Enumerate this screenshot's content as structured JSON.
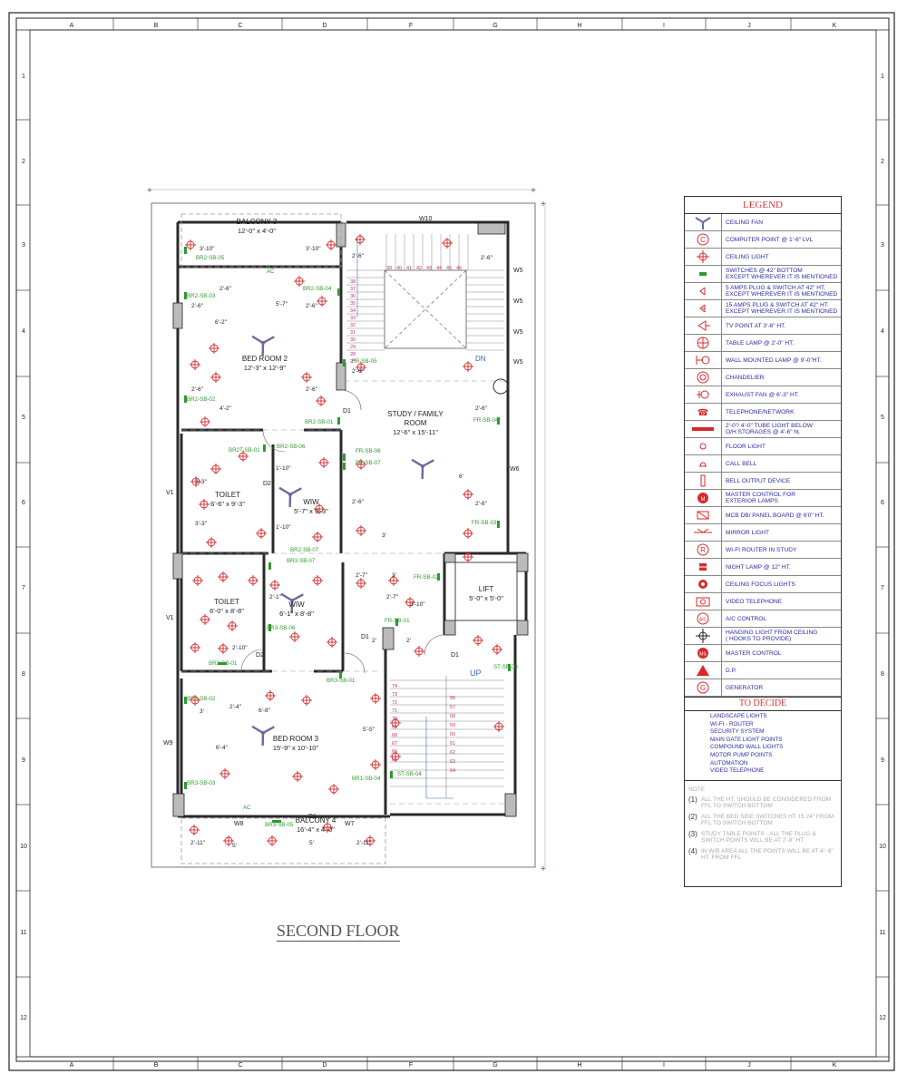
{
  "sheet": {
    "title": "SECOND FLOOR",
    "grid_cols": [
      "A",
      "B",
      "C",
      "D",
      "F",
      "G",
      "H",
      "I",
      "J",
      "K"
    ],
    "grid_rows": [
      "1",
      "2",
      "3",
      "4",
      "5",
      "6",
      "7",
      "8",
      "9",
      "10",
      "11",
      "12"
    ]
  },
  "plan": {
    "rooms": [
      {
        "id": "balcony3",
        "name": "BALCONY 3",
        "size": "12'-0\" x 4'-0\""
      },
      {
        "id": "bed2",
        "name": "BED ROOM 2",
        "size": "12'-3\" x 12'-9\""
      },
      {
        "id": "toilet1",
        "name": "TOILET",
        "size": "6'-6\" x 9'-3\""
      },
      {
        "id": "wiw1",
        "name": "WIW",
        "size": "5'-7\" x 9'-3\""
      },
      {
        "id": "study",
        "name": "STUDY / FAMILY",
        "name2": "ROOM",
        "size": "12'-6\" x 15'-11\""
      },
      {
        "id": "toilet2",
        "name": "TOILET",
        "size": "6'-0\" x 8'-8\""
      },
      {
        "id": "wiw2",
        "name": "WIW",
        "size": "6'-1\" x 8'-8\""
      },
      {
        "id": "lift",
        "name": "LIFT",
        "size": "5'-0\" x 5'-0\""
      },
      {
        "id": "bed3",
        "name": "BED ROOM 3",
        "size": "15'-9\" x 10'-10\""
      },
      {
        "id": "balcony4",
        "name": "BALCONY 4",
        "size": "16'-4\" x 4'-0\""
      }
    ],
    "switchboards": [
      "BR2-SB-05",
      "BR2-SB-03",
      "BR2-SB-04",
      "BR2-SB-02",
      "BR2-SB-01",
      "BR2T-SB-01",
      "BR2-SB-06",
      "BR2-SB-07",
      "FR-SB-05",
      "FR-SB-06",
      "FR-SB-07",
      "FR-SB-04",
      "FR-SB-03",
      "FR-SB-02",
      "FR-SB-01",
      "BR3-SB-07",
      "BR3-SB-06",
      "BR3-SB-01",
      "BR3-SB-02",
      "BR3-SB-03",
      "BR3-SB-05",
      "BR1-SB-04",
      "ST-SB-03",
      "ST-SB-04",
      "BR3-SB-01"
    ],
    "windows": [
      "W10",
      "W5",
      "W5",
      "W5",
      "W5",
      "W6",
      "W9",
      "W8",
      "W7",
      "V1",
      "V1"
    ],
    "doors": [
      "D1",
      "D2",
      "D2",
      "D1",
      "D1",
      "D1"
    ],
    "dims": [
      "3'-10\"",
      "3'-10\"",
      "2'-6\"",
      "6'-2\"",
      "2'-6\"",
      "2'-6\"",
      "5'-7\"",
      "2'-6\"",
      "4'-2\"",
      "2'-6\"",
      "3'-3\"",
      "3'-3\"",
      "1'-10\"",
      "1'-10\"",
      "2'-6\"",
      "2'-6\"",
      "6'",
      "2'-6\"",
      "2'-6\"",
      "3'",
      "2'-7\"",
      "2'-7\"",
      "3'-10\"",
      "2'",
      "2'",
      "3'",
      "2'-1\"",
      "2'-10\"",
      "2'-4\"",
      "6'-8\"",
      "6'-4\"",
      "3'",
      "5'-5\"",
      "2'-11\"",
      "2'-11\"",
      "5'",
      "5'",
      "2'-6\"",
      "2'-6\""
    ],
    "stair_top_numbers": [
      "39",
      "40",
      "41",
      "42",
      "43",
      "44",
      "45",
      "46"
    ],
    "stair_right_numbers": [
      "38",
      "37",
      "36",
      "35",
      "34",
      "33",
      "32",
      "31",
      "30",
      "29",
      "28",
      "27"
    ],
    "stair_left_numbers": [
      "74",
      "73",
      "72",
      "71",
      "70",
      "69",
      "68",
      "67",
      "66",
      "65"
    ],
    "stair_mid_numbers": [
      "56",
      "57",
      "58",
      "59",
      "60",
      "61",
      "62",
      "63",
      "64"
    ],
    "stair_dn": "DN",
    "stair_up": "UP",
    "misc_labels": [
      "AC",
      "AC",
      "A/C"
    ]
  },
  "legend": {
    "title": "LEGEND",
    "items": [
      {
        "icon": "ceiling-fan-icon",
        "label": "CEILING FAN"
      },
      {
        "icon": "computer-point-icon",
        "label": "COMPUTER POINT @ 1'-6\" LVL"
      },
      {
        "icon": "ceiling-light-icon",
        "label": "CEILING LIGHT"
      },
      {
        "icon": "switch-icon",
        "label": "SWITCHES @ 42\" BOTTOM",
        "label2": "EXCEPT WHEREVER IT IS MENTIONED"
      },
      {
        "icon": "plug-5a-icon",
        "label": "5 AMPS PLUG & SWITCH AT 42\" HT.",
        "label2": "EXCEPT WHEREVER IT IS MENTIONED"
      },
      {
        "icon": "plug-15a-icon",
        "label": "15 AMPS PLUG & SWITCH AT 42\" HT.",
        "label2": "EXCEPT WHEREVER IT IS MENTIONED"
      },
      {
        "icon": "tv-point-icon",
        "label": "TV POINT AT 3'-6\" HT."
      },
      {
        "icon": "table-lamp-icon",
        "label": "TABLE LAMP @ 2'-0\" HT."
      },
      {
        "icon": "wall-lamp-icon",
        "label": "WALL MOUNTED LAMP @ 9'-0\"HT."
      },
      {
        "icon": "chandelier-icon",
        "label": "CHANDELIER"
      },
      {
        "icon": "exhaust-fan-icon",
        "label": "EXHAUST FAN @ 6'-3\" HT."
      },
      {
        "icon": "telephone-icon",
        "label": "TELEPHONE/NETWORK"
      },
      {
        "icon": "tube-light-icon",
        "label": "2'-0\"/ 4'-0\" TUBE LIGHT BELOW",
        "label2": "O/H STORAGES @ 4'-6\" ht."
      },
      {
        "icon": "floor-light-icon",
        "label": "FLOOR LIGHT"
      },
      {
        "icon": "call-bell-icon",
        "label": "CALL BELL"
      },
      {
        "icon": "bell-output-icon",
        "label": "BELL OUTPUT DEVICE"
      },
      {
        "icon": "master-control-icon",
        "label": "MASTER CONTROL FOR",
        "label2": "EXTERIOR LAMPS"
      },
      {
        "icon": "mcb-db-icon",
        "label": "MCB DB/ PANEL BOARD @ 6'0\" HT."
      },
      {
        "icon": "mirror-light-icon",
        "label": "MIRROR LIGHT"
      },
      {
        "icon": "wifi-router-icon",
        "label": "WI-FI ROUTER IN STUDY"
      },
      {
        "icon": "night-lamp-icon",
        "label": "NIGHT LAMP @ 12\" HT."
      },
      {
        "icon": "focus-light-icon",
        "label": "CEILING FOCUS LIGHTS"
      },
      {
        "icon": "video-telephone-icon",
        "label": "VIDEO TELEPHONE"
      },
      {
        "icon": "ac-control-icon",
        "label": "A/C CONTROL"
      },
      {
        "icon": "hanging-light-icon",
        "label": "HANGING LIGHT FROM CEILING",
        "label2": "( HOOKS TO PROVIDE)"
      },
      {
        "icon": "master-control-2-icon",
        "label": "MASTER CONTROL"
      },
      {
        "icon": "dp-icon",
        "label": "D.P."
      },
      {
        "icon": "generator-icon",
        "label": "GENERATOR"
      }
    ],
    "to_decide_title": "TO DECIDE",
    "to_decide": [
      "LANDSCAPE LIGHTS",
      "WI-FI - ROUTER",
      "SECURITY SYSTEM",
      "MAIN GATE LIGHT POINTS",
      "COMPOUND WALL LIGHTS",
      "MOTOR PUMP POINTS",
      "AUTOMATION",
      "VIDEO TELEPHONE"
    ],
    "note_title": "NOTE",
    "notes": [
      {
        "num": "(1)",
        "text": "ALL THE HT. SHOULD BE CONSIDERED FROM FFL TO SWITCH BOTTOM"
      },
      {
        "num": "(2)",
        "text": "ALL THE BED SIDE SWITCHES HT. IS 24\" FROM FFL TO SWITCH BOTTOM"
      },
      {
        "num": "(3)",
        "text": "STUDY TABLE POINTS - ALL THE PLUG & SWITCH POINTS WILL BE AT 2'-8\" HT"
      },
      {
        "num": "(4)",
        "text": "IN W/B AREA ALL THE POINTS WILL BE AT 4'- 6\" HT. FROM FFL"
      }
    ]
  },
  "colors": {
    "wall": "#2a2a2a",
    "dim": "#333333",
    "switch": "#2d9a2d",
    "fixture": "#d62b2b",
    "label": "#222222",
    "legend_text": "#2a2aa8",
    "stair_num": "#c0307a"
  }
}
